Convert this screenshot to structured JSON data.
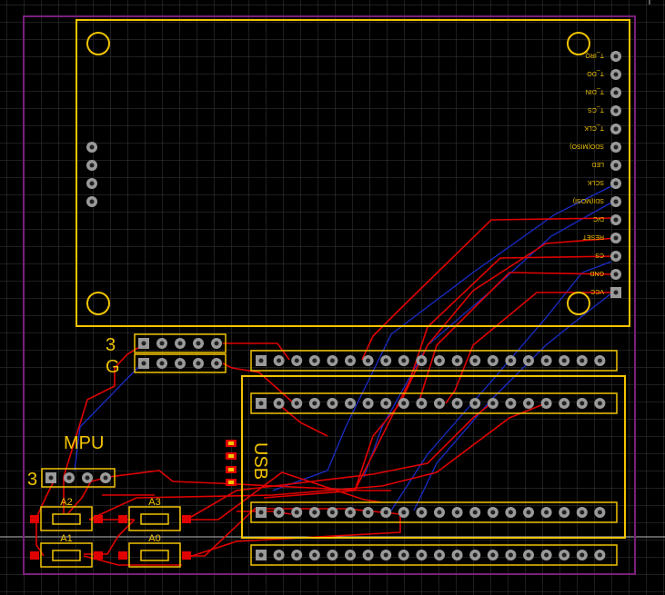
{
  "display": {
    "pins": [
      "T_IRQ",
      "T_DO",
      "T_DIN",
      "T_CS",
      "T_CLK",
      "SDO(MISO)",
      "LED",
      "SCLK",
      "SDI(MOSI)",
      "D/C",
      "RESET",
      "CS",
      "GND",
      "VCC"
    ]
  },
  "labels": {
    "header_3": "3",
    "header_g": "G",
    "mpu": "MPU",
    "mpu_header_3": "3",
    "usb": "USB",
    "btn_a2": "A2",
    "btn_a3": "A3",
    "btn_a1": "A1",
    "btn_a0": "A0"
  },
  "colors": {
    "board_outline": "#7a1f7a",
    "silkscreen": "#f2c400",
    "top_copper": "#e00000",
    "bottom_copper": "#1a2cc8"
  }
}
